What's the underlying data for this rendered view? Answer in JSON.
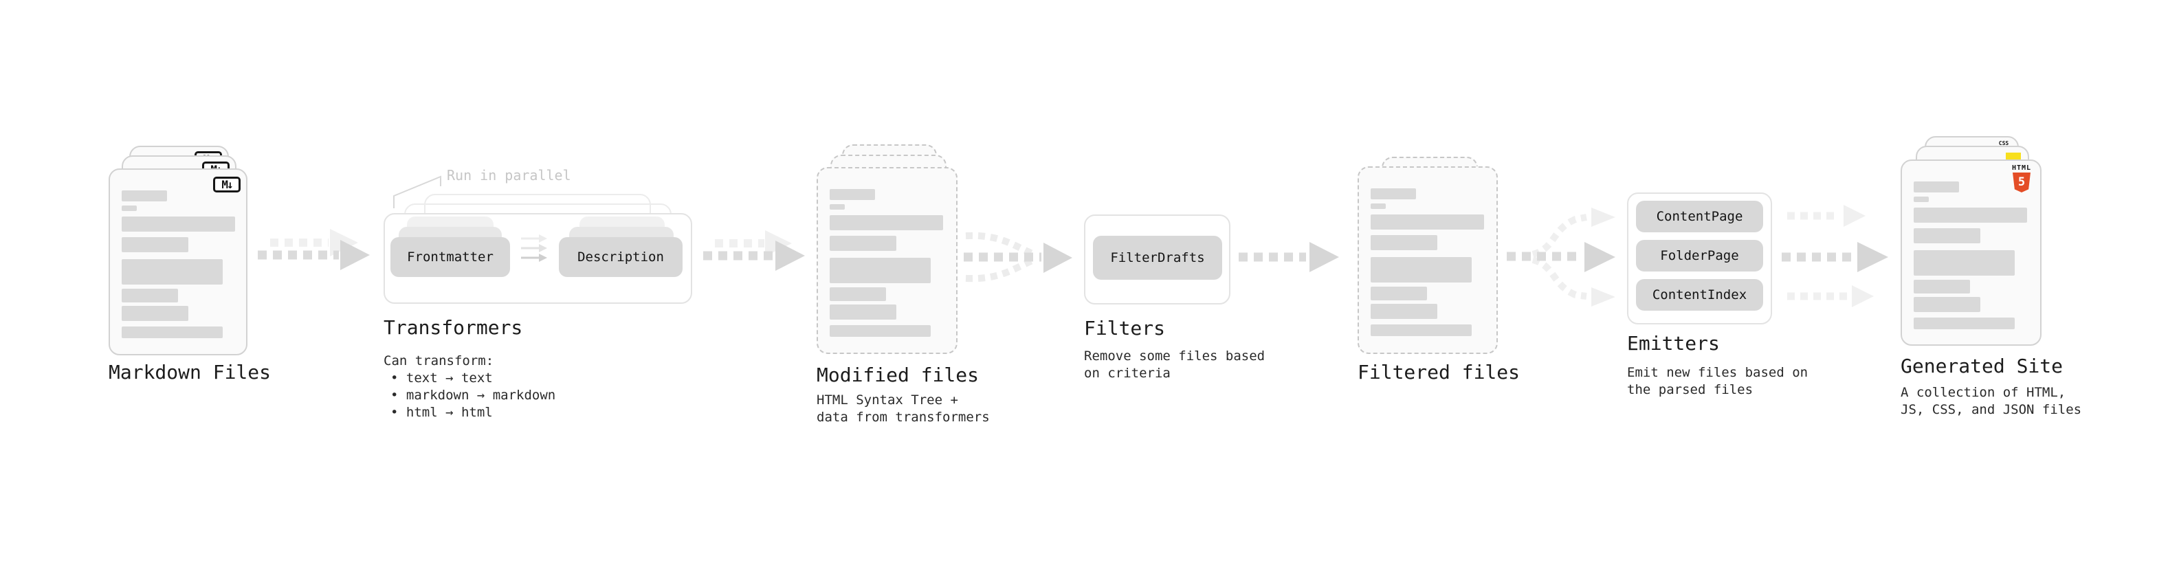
{
  "colors": {
    "card_fill": "#fafafa",
    "card_border": "#d2d2d2",
    "chip_fill": "#d8d8d8",
    "bar_fill": "#d9d9d9",
    "arrow_main": "#d6d6d6",
    "arrow_ghost": "#efefef",
    "annotation_text": "#c6c6c6",
    "css_logo_blue": "#2a6df4",
    "js_logo_yellow": "#f7df1e",
    "html5_logo_orange": "#e44d26"
  },
  "nodes": {
    "markdown_files": {
      "title": "Markdown Files",
      "badge": "M↓"
    },
    "transformers": {
      "title": "Transformers",
      "annotation": "Run in parallel",
      "chip_a": "Frontmatter",
      "chip_b": "Description",
      "desc_lines": [
        "Can transform:",
        "• text → text",
        "• markdown → markdown",
        "• html → html"
      ]
    },
    "modified_files": {
      "title": "Modified files",
      "desc_lines": [
        "HTML Syntax Tree +",
        "data from transformers"
      ]
    },
    "filters": {
      "title": "Filters",
      "chip": "FilterDrafts",
      "desc_lines": [
        "Remove some files based",
        "on criteria"
      ]
    },
    "filtered_files": {
      "title": "Filtered files"
    },
    "emitters": {
      "title": "Emitters",
      "chips": [
        "ContentPage",
        "FolderPage",
        "ContentIndex"
      ],
      "desc_lines": [
        "Emit new files based on",
        "the parsed files"
      ]
    },
    "generated_site": {
      "title": "Generated Site",
      "badge_css": "CSS",
      "badge_html_word": "HTML",
      "badge_html_number": "5",
      "desc_lines": [
        "A collection of HTML,",
        "JS, CSS, and JSON files"
      ]
    }
  }
}
